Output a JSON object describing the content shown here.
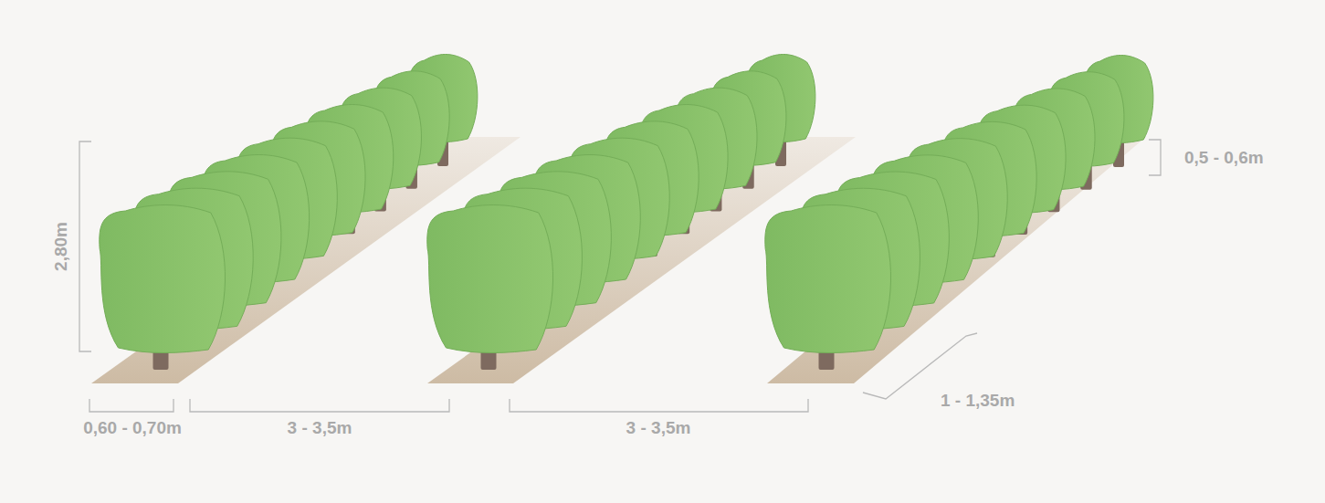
{
  "diagram": {
    "labels": [
      "2,80m",
      "0,60 - 0,70m",
      "3 - 3,5m",
      "3 - 3,5m",
      "0,5 - 0,6m",
      "1 - 1,35m"
    ]
  }
}
